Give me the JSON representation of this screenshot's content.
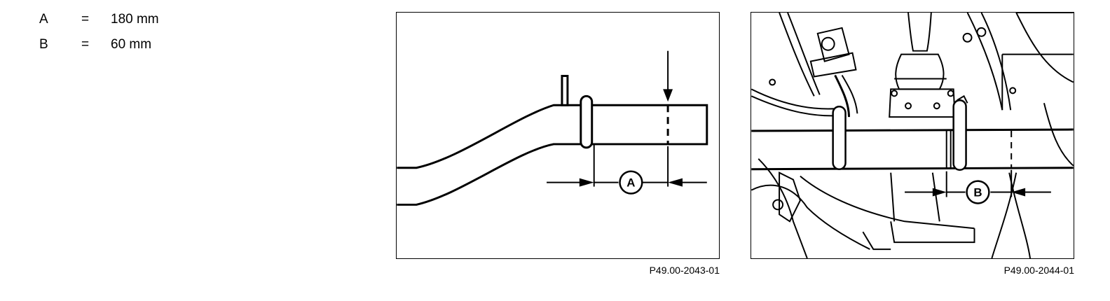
{
  "specs": [
    {
      "key": "A",
      "eq": "=",
      "value": "180 mm"
    },
    {
      "key": "B",
      "eq": "=",
      "value": "60 mm"
    }
  ],
  "figures": [
    {
      "marker": "A",
      "caption": "P49.00-2043-01"
    },
    {
      "marker": "B",
      "caption": "P49.00-2044-01"
    }
  ]
}
